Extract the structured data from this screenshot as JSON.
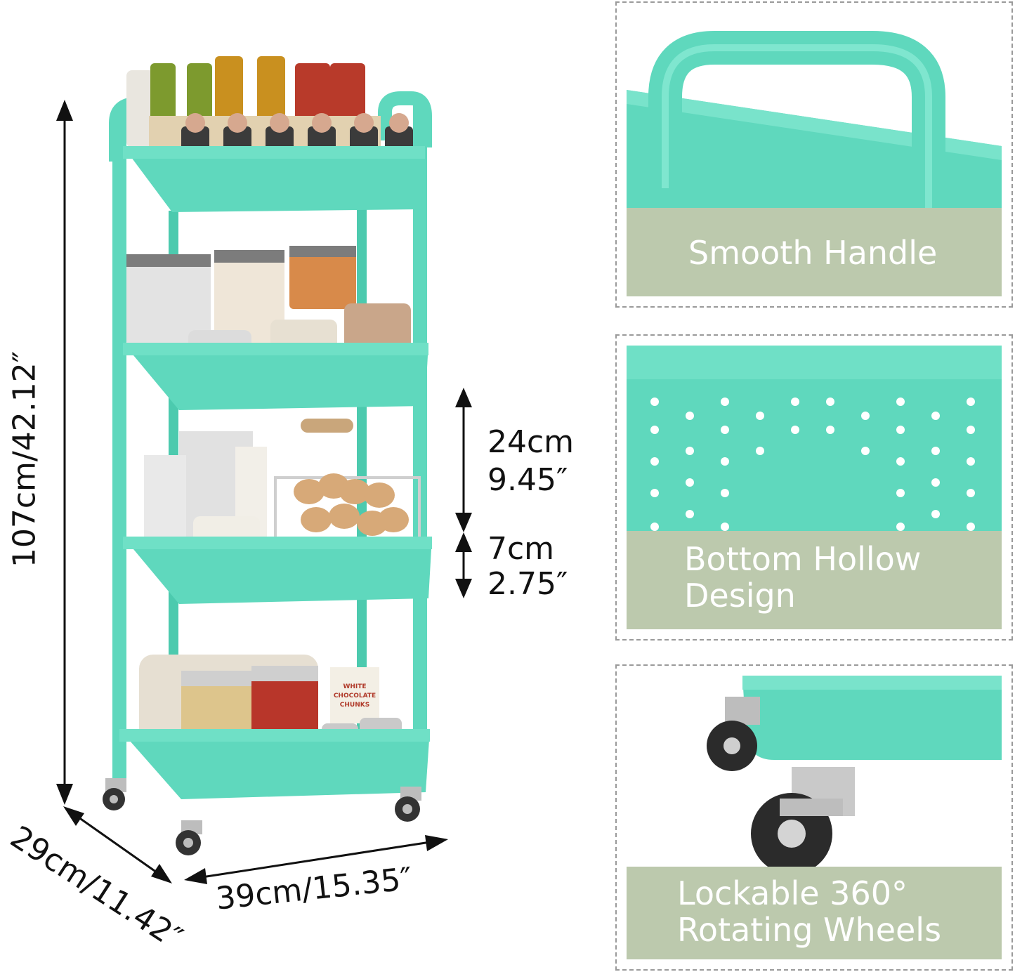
{
  "dimensions": {
    "height": "107cm/42.12″",
    "depth": "29cm/11.42″",
    "width": "39cm/15.35″",
    "tier_gap_cm": "24cm",
    "tier_gap_in": "9.45″",
    "basket_depth_cm": "7cm",
    "basket_depth_in": "2.75″"
  },
  "features": [
    {
      "caption": "Smooth Handle"
    },
    {
      "caption_line1": "Bottom Hollow",
      "caption_line2": "Design"
    },
    {
      "caption_line1": "Lockable 360°",
      "caption_line2": "Rotating Wheels"
    }
  ],
  "labels": {
    "chocolate_line1": "WHITE",
    "chocolate_line2": "CHOCOLATE",
    "chocolate_line3": "CHUNKS"
  },
  "colors": {
    "cart": "#5fd8bd",
    "cart_dark": "#3fc0a3",
    "caption_bg": "#bcc9ad",
    "background": "#ffffff"
  }
}
